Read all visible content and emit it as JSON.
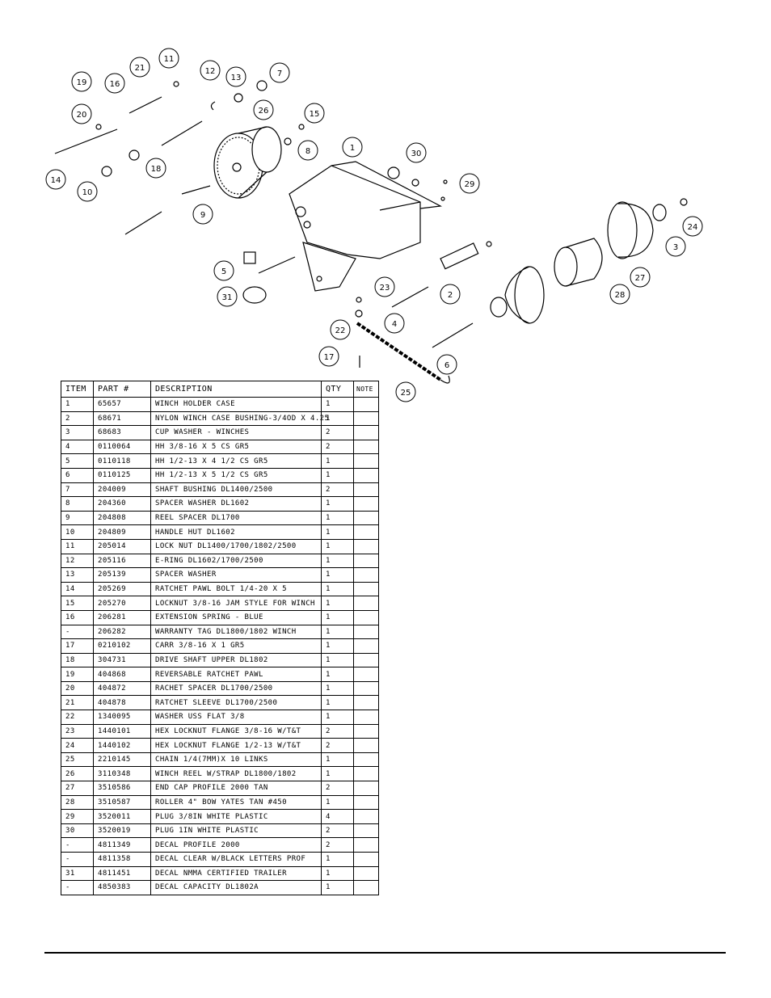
{
  "table": {
    "headers": {
      "item": "ITEM",
      "part": "PART #",
      "description": "DESCRIPTION",
      "qty": "QTY",
      "note": "NOTE"
    },
    "rows": [
      {
        "item": "1",
        "part": "65657",
        "description": "WINCH HOLDER CASE",
        "qty": "1",
        "note": ""
      },
      {
        "item": "2",
        "part": "68671",
        "description": "NYLON WINCH CASE BUSHING-3/4OD X 4.25",
        "qty": "1",
        "note": ""
      },
      {
        "item": "3",
        "part": "68683",
        "description": "CUP WASHER - WINCHES",
        "qty": "2",
        "note": ""
      },
      {
        "item": "4",
        "part": "0110064",
        "description": "HH 3/8-16 X 5 CS GR5",
        "qty": "2",
        "note": ""
      },
      {
        "item": "5",
        "part": "0110118",
        "description": "HH 1/2-13 X 4 1/2 CS GR5",
        "qty": "1",
        "note": ""
      },
      {
        "item": "6",
        "part": "0110125",
        "description": "HH 1/2-13 X 5 1/2 CS GR5",
        "qty": "1",
        "note": ""
      },
      {
        "item": "7",
        "part": "204009",
        "description": "SHAFT BUSHING  DL1400/2500",
        "qty": "2",
        "note": ""
      },
      {
        "item": "8",
        "part": "204360",
        "description": "SPACER WASHER  DL1602",
        "qty": "1",
        "note": ""
      },
      {
        "item": "9",
        "part": "204808",
        "description": "REEL SPACER  DL1700",
        "qty": "1",
        "note": ""
      },
      {
        "item": "10",
        "part": "204809",
        "description": "HANDLE HUT  DL1602",
        "qty": "1",
        "note": ""
      },
      {
        "item": "11",
        "part": "205014",
        "description": "LOCK NUT  DL1400/1700/1802/2500",
        "qty": "1",
        "note": ""
      },
      {
        "item": "12",
        "part": "205116",
        "description": "E-RING DL1602/1700/2500",
        "qty": "1",
        "note": ""
      },
      {
        "item": "13",
        "part": "205139",
        "description": "SPACER WASHER",
        "qty": "1",
        "note": ""
      },
      {
        "item": "14",
        "part": "205269",
        "description": "RATCHET PAWL BOLT 1/4-20 X 5",
        "qty": "1",
        "note": ""
      },
      {
        "item": "15",
        "part": "205270",
        "description": "LOCKNUT 3/8-16 JAM STYLE FOR WINCH",
        "qty": "1",
        "note": ""
      },
      {
        "item": "16",
        "part": "206281",
        "description": "EXTENSION SPRING - BLUE",
        "qty": "1",
        "note": ""
      },
      {
        "item": "-",
        "part": "206282",
        "description": "WARRANTY TAG DL1800/1802 WINCH",
        "qty": "1",
        "note": ""
      },
      {
        "item": "17",
        "part": "0210102",
        "description": "CARR 3/8-16 X 1 GR5",
        "qty": "1",
        "note": ""
      },
      {
        "item": "18",
        "part": "304731",
        "description": "DRIVE SHAFT UPPER  DL1802",
        "qty": "1",
        "note": ""
      },
      {
        "item": "19",
        "part": "404868",
        "description": "REVERSABLE RATCHET PAWL",
        "qty": "1",
        "note": ""
      },
      {
        "item": "20",
        "part": "404872",
        "description": "RACHET SPACER  DL1700/2500",
        "qty": "1",
        "note": ""
      },
      {
        "item": "21",
        "part": "404878",
        "description": "RATCHET SLEEVE  DL1700/2500",
        "qty": "1",
        "note": ""
      },
      {
        "item": "22",
        "part": "1340095",
        "description": "WASHER USS FLAT 3/8",
        "qty": "1",
        "note": ""
      },
      {
        "item": "23",
        "part": "1440101",
        "description": "HEX LOCKNUT FLANGE 3/8-16 W/T&T",
        "qty": "2",
        "note": ""
      },
      {
        "item": "24",
        "part": "1440102",
        "description": "HEX LOCKNUT FLANGE 1/2-13 W/T&T",
        "qty": "2",
        "note": ""
      },
      {
        "item": "25",
        "part": "2210145",
        "description": "CHAIN 1/4(7MM)X 10 LINKS",
        "qty": "1",
        "note": ""
      },
      {
        "item": "26",
        "part": "3110348",
        "description": "WINCH REEL W/STRAP  DL1800/1802",
        "qty": "1",
        "note": ""
      },
      {
        "item": "27",
        "part": "3510586",
        "description": "END CAP PROFILE 2000 TAN",
        "qty": "2",
        "note": ""
      },
      {
        "item": "28",
        "part": "3510587",
        "description": "ROLLER 4\" BOW YATES TAN #450",
        "qty": "1",
        "note": ""
      },
      {
        "item": "29",
        "part": "3520011",
        "description": "PLUG  3/8IN WHITE PLASTIC",
        "qty": "4",
        "note": ""
      },
      {
        "item": "30",
        "part": "3520019",
        "description": "PLUG  1IN WHITE PLASTIC",
        "qty": "2",
        "note": ""
      },
      {
        "item": "-",
        "part": "4811349",
        "description": "DECAL PROFILE 2000",
        "qty": "2",
        "note": ""
      },
      {
        "item": "-",
        "part": "4811358",
        "description": "DECAL CLEAR W/BLACK LETTERS PROF",
        "qty": "1",
        "note": ""
      },
      {
        "item": "31",
        "part": "4811451",
        "description": " DECAL NMMA CERTIFIED TRAILER",
        "qty": "1",
        "note": ""
      },
      {
        "item": "-",
        "part": "4850383",
        "description": "DECAL CAPACITY DL1802A",
        "qty": "1",
        "note": ""
      }
    ]
  },
  "diagram": {
    "callouts": [
      "1",
      "2",
      "3",
      "4",
      "5",
      "6",
      "7",
      "8",
      "9",
      "10",
      "11",
      "12",
      "13",
      "14",
      "15",
      "16",
      "17",
      "18",
      "19",
      "20",
      "21",
      "22",
      "23",
      "24",
      "25",
      "26",
      "27",
      "28",
      "29",
      "30",
      "31"
    ]
  }
}
